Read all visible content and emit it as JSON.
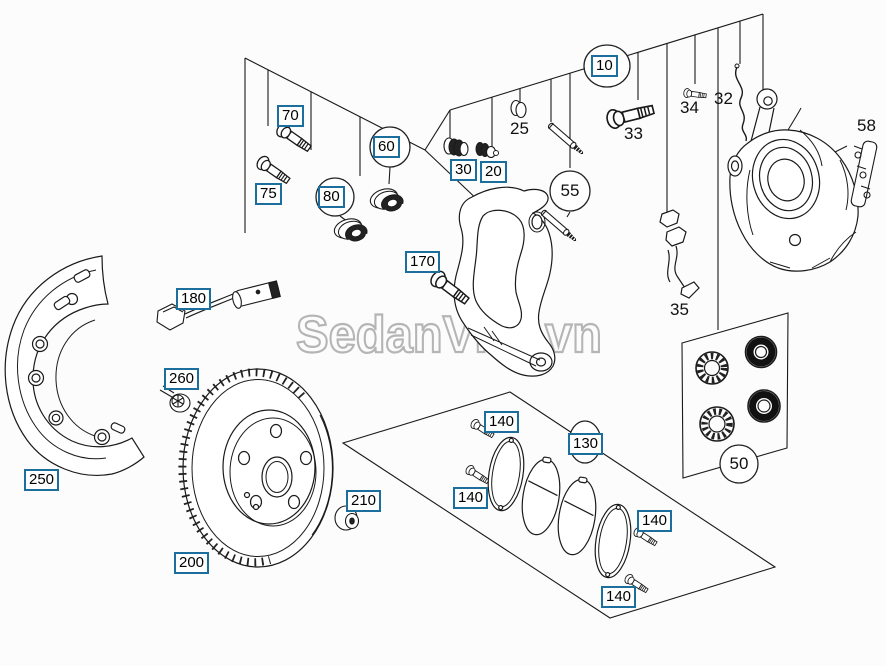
{
  "watermark": {
    "text": "SedanViet.vn"
  },
  "colors": {
    "callout_border": "#1c6f9d",
    "line": "#1a1a1a",
    "watermark": "#b5b5b5",
    "background": "#fcfcfc"
  },
  "callouts": {
    "c10": "10",
    "c20": "20",
    "c25": "25",
    "c30": "30",
    "c32": "32",
    "c33": "33",
    "c34": "34",
    "c35": "35",
    "c50": "50",
    "c55": "55",
    "c58": "58",
    "c60": "60",
    "c70": "70",
    "c75": "75",
    "c80": "80",
    "c130": "130",
    "c140": "140",
    "c170": "170",
    "c180": "180",
    "c200": "200",
    "c210": "210",
    "c250": "250",
    "c260": "260"
  }
}
